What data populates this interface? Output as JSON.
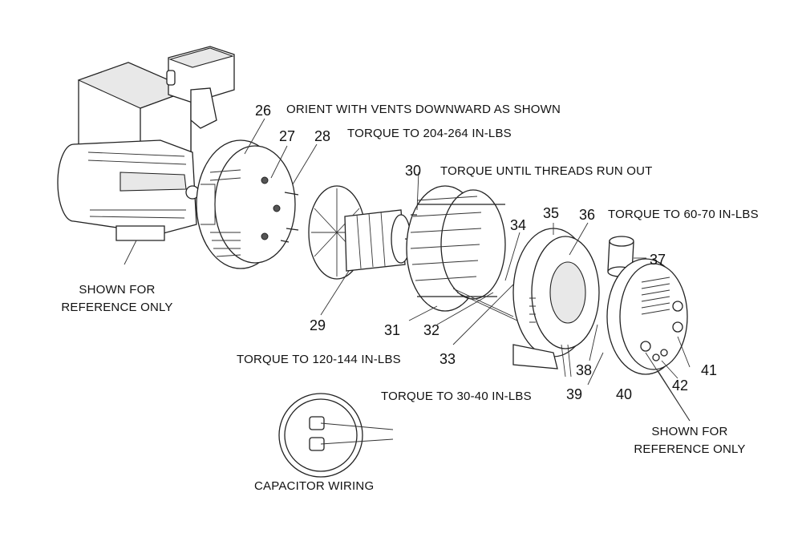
{
  "notes": {
    "orient_vents": "ORIENT WITH VENTS DOWNWARD AS SHOWN",
    "torque_204_264": "TORQUE TO 204-264 IN-LBS",
    "torque_threads": "TORQUE UNTIL THREADS RUN OUT",
    "torque_60_70": "TORQUE TO 60-70 IN-LBS",
    "torque_120_144": "TORQUE TO 120-144 IN-LBS",
    "torque_30_40": "TORQUE TO 30-40 IN-LBS",
    "reference_left_line1": "SHOWN FOR",
    "reference_left_line2": "REFERENCE ONLY",
    "reference_right_line1": "SHOWN FOR",
    "reference_right_line2": "REFERENCE ONLY",
    "capacitor_wiring": "CAPACITOR WIRING"
  },
  "callouts": {
    "p26": "26",
    "p27": "27",
    "p28": "28",
    "p29": "29",
    "p30": "30",
    "p31": "31",
    "p32": "32",
    "p33": "33",
    "p34": "34",
    "p35": "35",
    "p36": "36",
    "p37": "37",
    "p38": "38",
    "p39": "39",
    "p40": "40",
    "p41": "41",
    "p42": "42"
  }
}
